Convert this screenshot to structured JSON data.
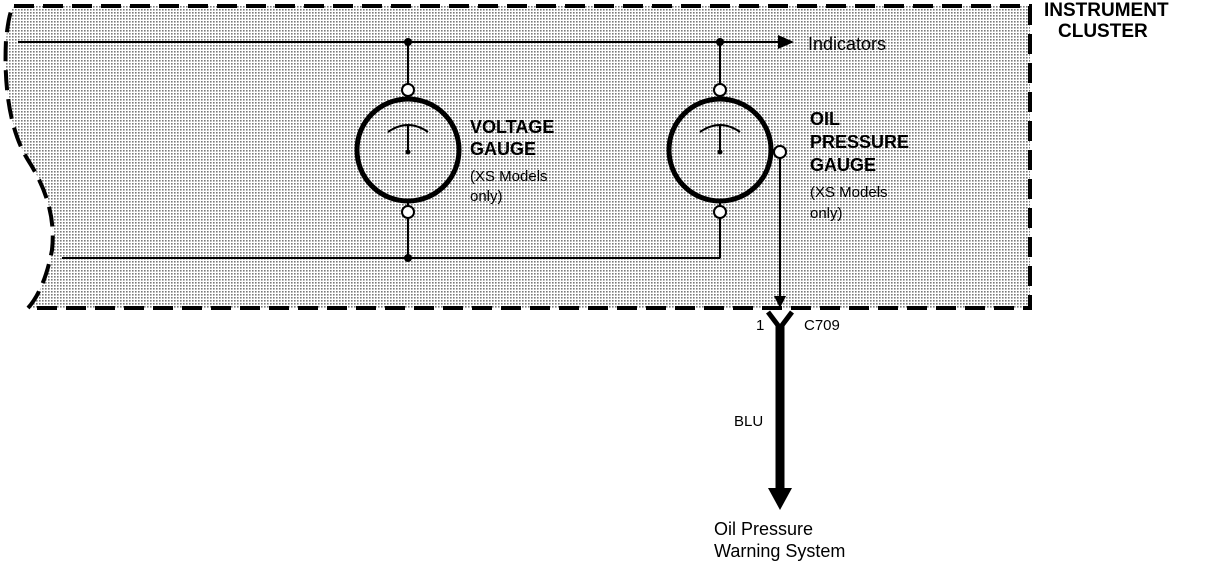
{
  "cluster": {
    "title_line1": "INSTRUMENT",
    "title_line2": "CLUSTER",
    "indicators_label": "Indicators"
  },
  "voltage_gauge": {
    "line1": "VOLTAGE",
    "line2": "GAUGE",
    "note1": "(XS Models",
    "note2": "only)"
  },
  "oil_gauge": {
    "line1": "OIL",
    "line2": "PRESSURE",
    "line3": "GAUGE",
    "note1": "(XS Models",
    "note2": "only)"
  },
  "connector": {
    "pin": "1",
    "id": "C709"
  },
  "wire": {
    "color_code": "BLU"
  },
  "destination": {
    "line1": "Oil Pressure",
    "line2": "Warning System"
  },
  "colors": {
    "line": "#000000",
    "shading": "#c8c8c8",
    "background": "#ffffff"
  }
}
